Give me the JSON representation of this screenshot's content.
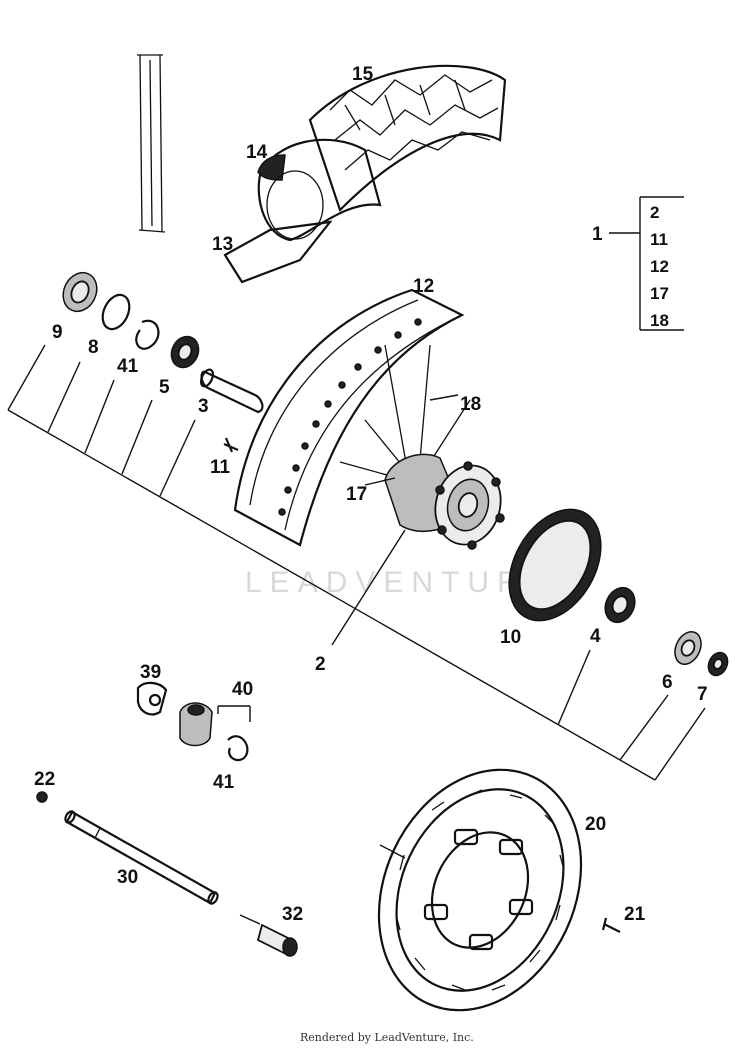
{
  "diagram": {
    "callouts": {
      "p15": "15",
      "p14": "14",
      "p13": "13",
      "p12": "12",
      "p18": "18",
      "p17": "17",
      "p9": "9",
      "p8": "8",
      "p41a": "41",
      "p5": "5",
      "p3": "3",
      "p11": "11",
      "p2": "2",
      "p10": "10",
      "p4": "4",
      "p6": "6",
      "p7": "7",
      "p39": "39",
      "p40": "40",
      "p41b": "41",
      "p22": "22",
      "p30": "30",
      "p32": "32",
      "p20": "20",
      "p21": "21"
    },
    "kit": {
      "label": "1",
      "items": [
        "2",
        "11",
        "12",
        "17",
        "18"
      ]
    },
    "watermark": "LEADVENTURE",
    "footer": "Rendered by LeadVenture, Inc."
  }
}
